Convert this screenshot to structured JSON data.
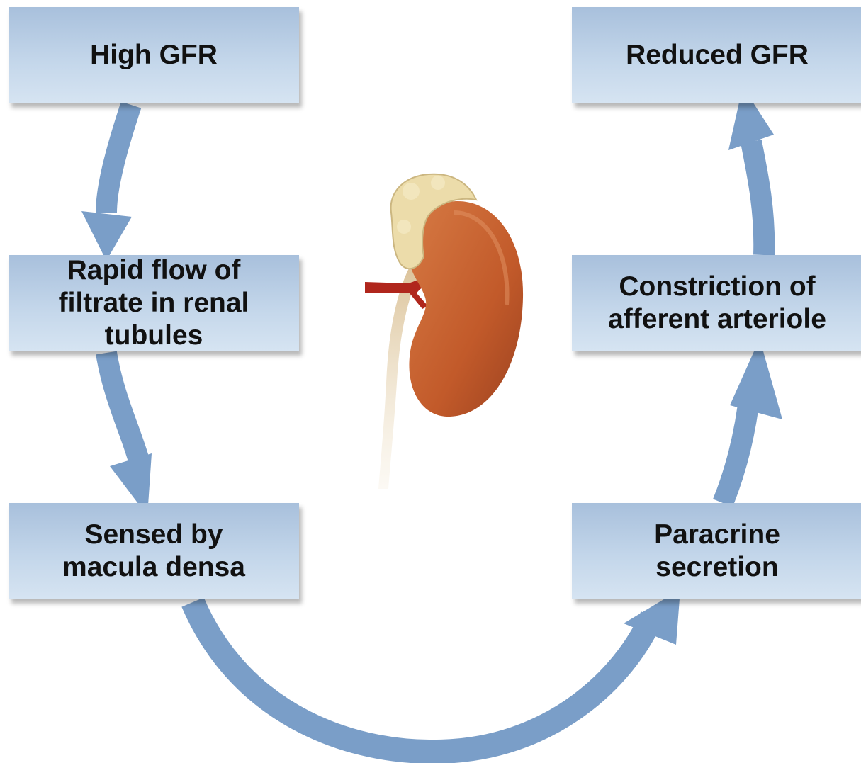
{
  "diagram": {
    "boxes": {
      "high_gfr": "High GFR",
      "reduced_gfr": "Reduced GFR",
      "rapid_flow": "Rapid flow of\nfiltrate in renal tubules",
      "constriction": "Constriction of\nafferent arteriole",
      "sensed": "Sensed by\nmacula densa",
      "paracrine": "Paracrine\nsecretion"
    },
    "colors": {
      "box_fill": "#c3d6ea",
      "arrow": "#7a9ec8",
      "kidney": "#c8612e",
      "adrenal": "#ecdcaa",
      "artery": "#b0261c",
      "ureter": "#dcc29a"
    },
    "icons": [
      "kidney-illustration"
    ]
  }
}
